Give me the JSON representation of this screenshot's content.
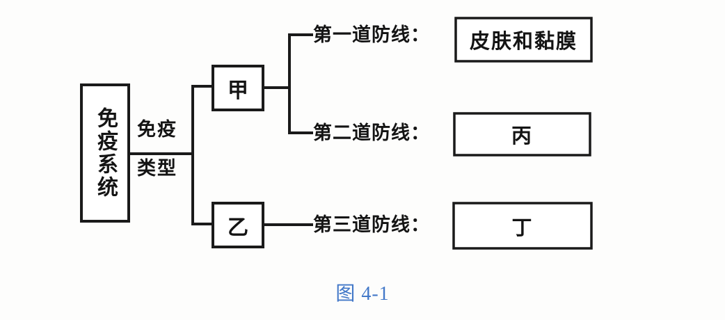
{
  "figure": {
    "caption": "图 4-1",
    "caption_color": "#4278c8",
    "line_color": "#1a1a1a",
    "background": "#fdfdfc"
  },
  "root": {
    "label": "免疫系统",
    "orientation": "vertical"
  },
  "trunk": {
    "label_top": "免疫",
    "label_bottom": "类型"
  },
  "nodes": [
    {
      "id": "jia",
      "label": "甲"
    },
    {
      "id": "yi",
      "label": "乙"
    }
  ],
  "lines": [
    {
      "id": "line-1",
      "label": "第一道防线：",
      "result": "皮肤和黏膜",
      "parent": "甲"
    },
    {
      "id": "line-2",
      "label": "第二道防线：",
      "result": "丙",
      "parent": "甲"
    },
    {
      "id": "line-3",
      "label": "第三道防线：",
      "result": "丁",
      "parent": "乙"
    }
  ]
}
